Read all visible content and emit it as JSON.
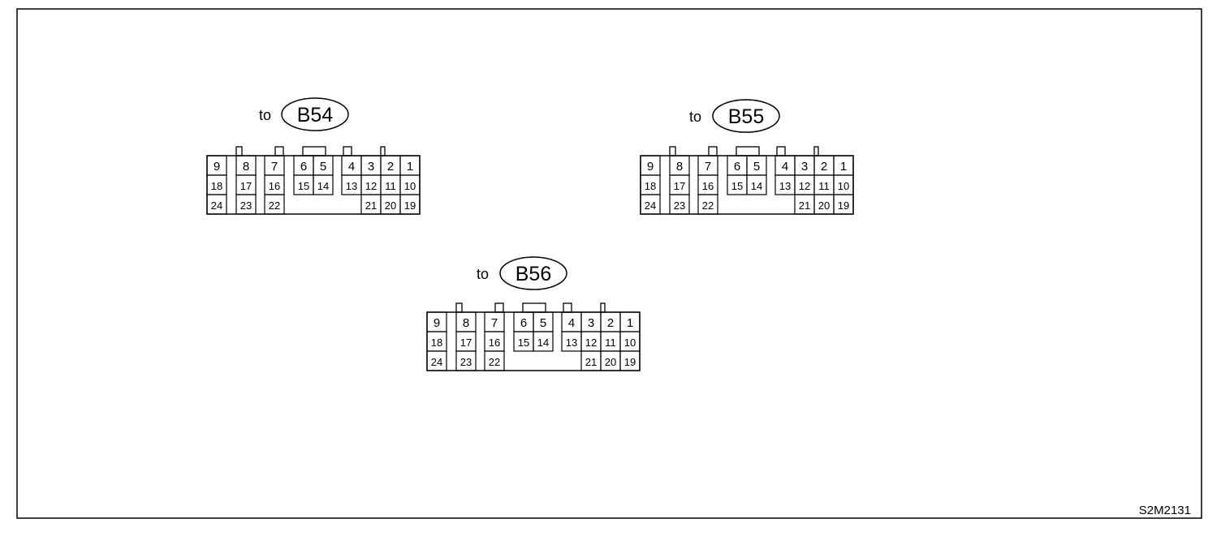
{
  "connectors": [
    {
      "prefix": "to",
      "label": "B54"
    },
    {
      "prefix": "to",
      "label": "B55"
    },
    {
      "prefix": "to",
      "label": "B56"
    }
  ],
  "figure_code": "S2M2131",
  "pins": {
    "p1": "1",
    "p2": "2",
    "p3": "3",
    "p4": "4",
    "p5": "5",
    "p6": "6",
    "p7": "7",
    "p8": "8",
    "p9": "9",
    "p10": "10",
    "p11": "11",
    "p12": "12",
    "p13": "13",
    "p14": "14",
    "p15": "15",
    "p16": "16",
    "p17": "17",
    "p18": "18",
    "p19": "19",
    "p20": "20",
    "p21": "21",
    "p22": "22",
    "p23": "23",
    "p24": "24"
  }
}
